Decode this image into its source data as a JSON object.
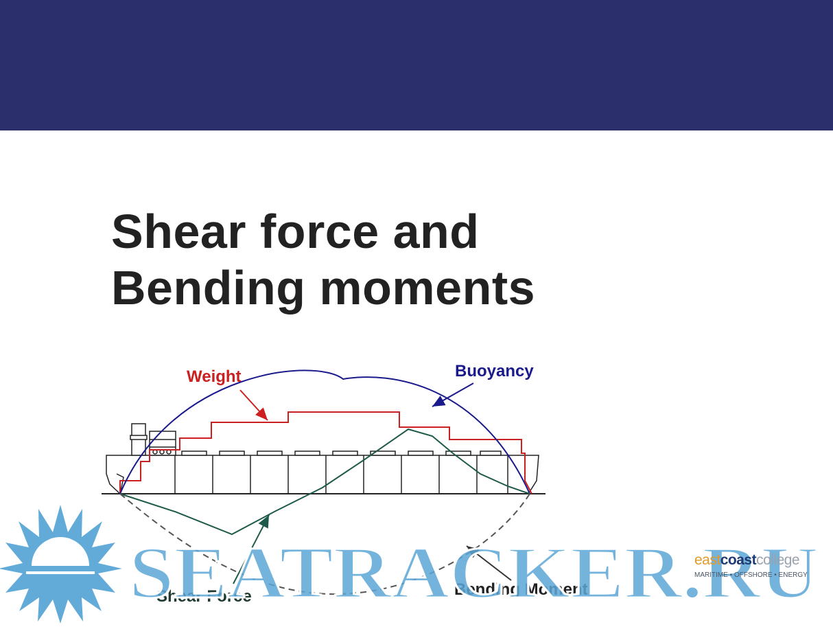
{
  "slide": {
    "title_line1": "Shear force and",
    "title_line2": "Bending moments",
    "header_color": "#2b2f6c"
  },
  "diagram": {
    "labels": {
      "weight": "Weight",
      "buoyancy": "Buoyancy",
      "shear_force": "Shear Force",
      "bending_moment": "Bending Moment"
    },
    "colors": {
      "weight": "#cc1f1f",
      "buoyancy": "#1a1a8c",
      "shear_force": "#1e5a4a",
      "bending_moment": "#555555",
      "ship": "#222222"
    }
  },
  "watermark": {
    "text": "SEATRACKER.RU",
    "color": "#5aa6d6",
    "icon": "sun-icon"
  },
  "logo": {
    "word1": "east",
    "word2": "coast",
    "word3": "college",
    "tagline": "MARITIME • OFFSHORE • ENERGY"
  }
}
